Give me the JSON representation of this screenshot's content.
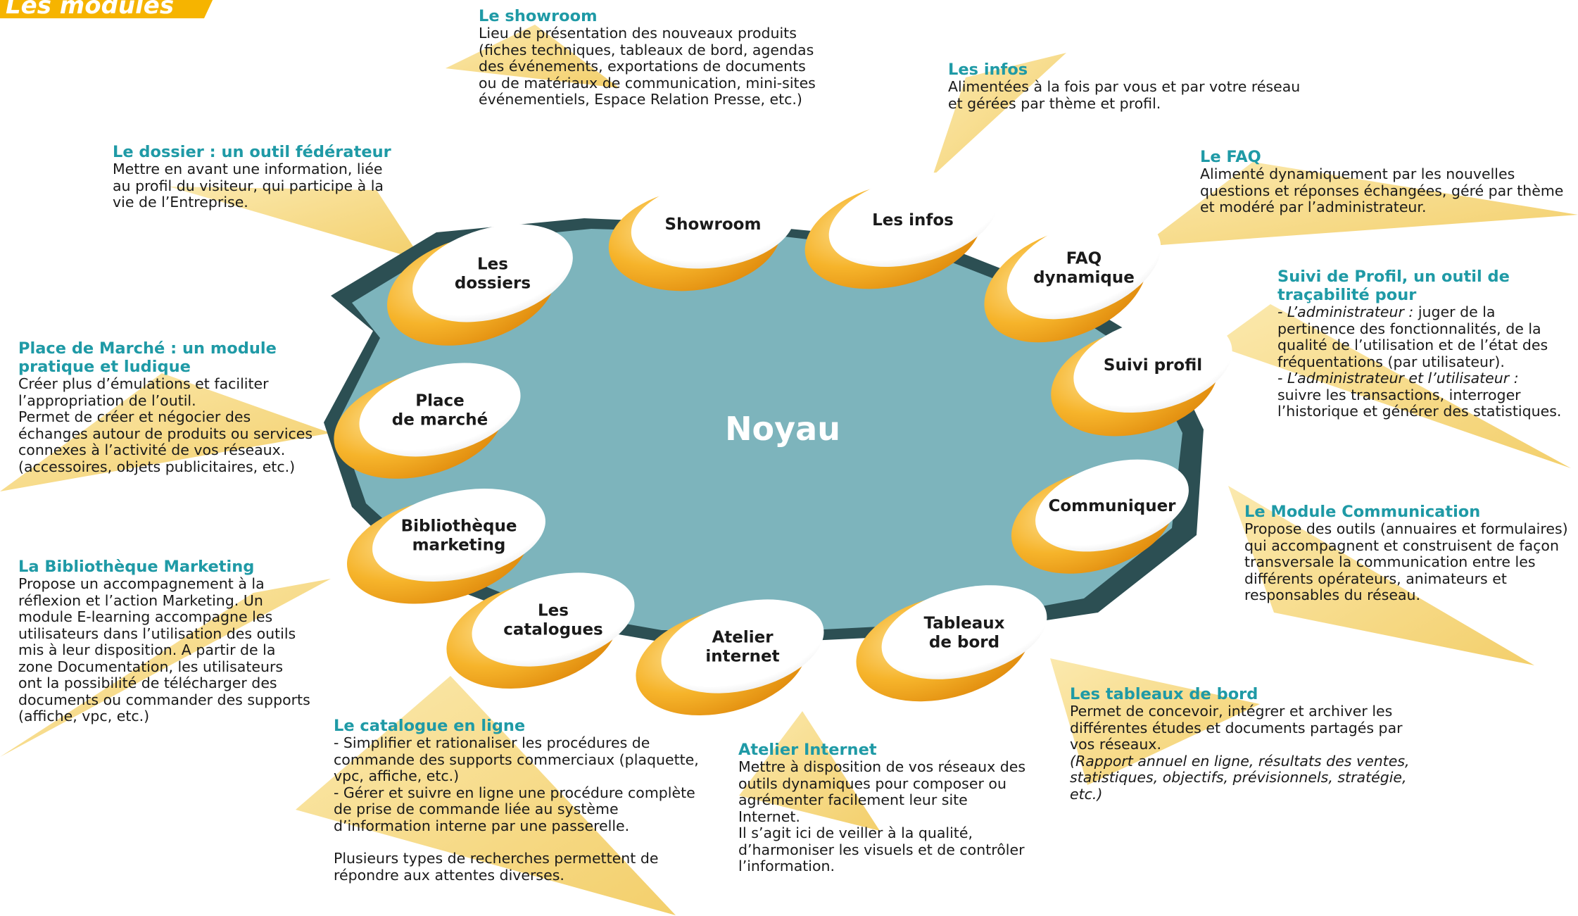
{
  "header": {
    "title": "Les modules"
  },
  "core": {
    "label": "Noyau"
  },
  "modules": [
    {
      "key": "showroom",
      "label": "Showroom"
    },
    {
      "key": "infos",
      "label": "Les infos"
    },
    {
      "key": "faq",
      "label": "FAQ\ndynamique"
    },
    {
      "key": "suivi",
      "label": "Suivi profil"
    },
    {
      "key": "communiquer",
      "label": "Communiquer"
    },
    {
      "key": "tableaux",
      "label": "Tableaux\nde bord"
    },
    {
      "key": "atelier",
      "label": "Atelier\ninternet"
    },
    {
      "key": "catalogues",
      "label": "Les\ncatalogues"
    },
    {
      "key": "bibliotheque",
      "label": "Bibliothèque\nmarketing"
    },
    {
      "key": "place",
      "label": "Place\nde marché"
    },
    {
      "key": "dossiers",
      "label": "Les\ndossiers"
    }
  ],
  "descriptions": {
    "showroom": {
      "title": "Le showroom",
      "text": "Lieu de présentation des nouveaux produits\n(fiches techniques, tableaux de bord, agendas\ndes événements, exportations de documents\nou de matériaux de communication, mini-sites\névénementiels, Espace Relation Presse, etc.)"
    },
    "infos": {
      "title": "Les infos",
      "text": "Alimentées à la fois par vous et par votre réseau\net gérées par thème et profil."
    },
    "faq": {
      "title": "Le FAQ",
      "text": "Alimenté dynamiquement par les nouvelles\nquestions et réponses échangées, géré par thème\net modéré par l’administrateur."
    },
    "suivi": {
      "title": "Suivi de Profil, un outil de\ntraçabilité pour",
      "role1": "- L’administrateur :",
      "text1": " juger de la\npertinence des fonctionnalités, de la\nqualité de l’utilisation et de l’état des\nfréquentations (par utilisateur).",
      "role2": "- L’administrateur et l’utilisateur :",
      "text2": "\nsuivre les transactions, interroger\nl’historique et générer des statistiques."
    },
    "communication": {
      "title": "Le Module Communication",
      "text": "Propose des outils (annuaires et formulaires)\nqui accompagnent et construisent de façon\ntransversale la communication entre les\ndifférents opérateurs, animateurs et\nresponsables du réseau."
    },
    "tableaux": {
      "title": "Les tableaux de bord",
      "text": "Permet de concevoir, intégrer et archiver les\ndifférentes études et documents partagés par\nvos réseaux.",
      "note": "(Rapport annuel en ligne, résultats des ventes,\nstatistiques, objectifs, prévisionnels, stratégie,\netc.)"
    },
    "atelier": {
      "title": "Atelier Internet",
      "text": "Mettre à disposition de vos réseaux des\noutils dynamiques pour composer ou\nagrémenter facilement leur site\nInternet.\nIl s’agit ici de veiller à la qualité,\nd’harmoniser les visuels et de contrôler\nl’information."
    },
    "catalogue": {
      "title": "Le catalogue en ligne",
      "text": "- Simplifier et rationaliser les procédures de\ncommande des supports commerciaux (plaquette,\nvpc, affiche, etc.)\n- Gérer et suivre en ligne une procédure complète\nde prise de commande liée au système\nd’information interne par une passerelle.",
      "text2": "Plusieurs types de recherches permettent de\nrépondre aux attentes diverses."
    },
    "bibliotheque": {
      "title": "La Bibliothèque Marketing",
      "text": "Propose un accompagnement à la\nréflexion et l’action Marketing. Un\nmodule E-learning accompagne les\nutilisateurs dans l’utilisation des outils\nmis à leur disposition. A partir de la\nzone Documentation, les utilisateurs\nont la possibilité de télécharger des\ndocuments ou commander des supports\n(affiche, vpc, etc.)"
    },
    "place": {
      "title": "Place de Marché : un module\npratique et ludique",
      "text": "Créer plus d’émulations et faciliter\nl’appropriation de l’outil.\nPermet de créer et négocier des\néchanges autour de produits ou services\nconnexes à l’activité de vos réseaux.\n(accessoires, objets publicitaires, etc.)"
    },
    "dossier": {
      "title": "Le dossier : un outil fédérateur",
      "text": "Mettre en avant une information, liée\nau profil du visiteur, qui participe à la\nvie de l’Entreprise."
    }
  },
  "colors": {
    "core": "#7db4bc",
    "core_shadow": "#2c4f53",
    "crescent": "#f2a51f",
    "callout": "#f8dd8a",
    "title": "#1f9aa6",
    "header": "#f6b400"
  }
}
